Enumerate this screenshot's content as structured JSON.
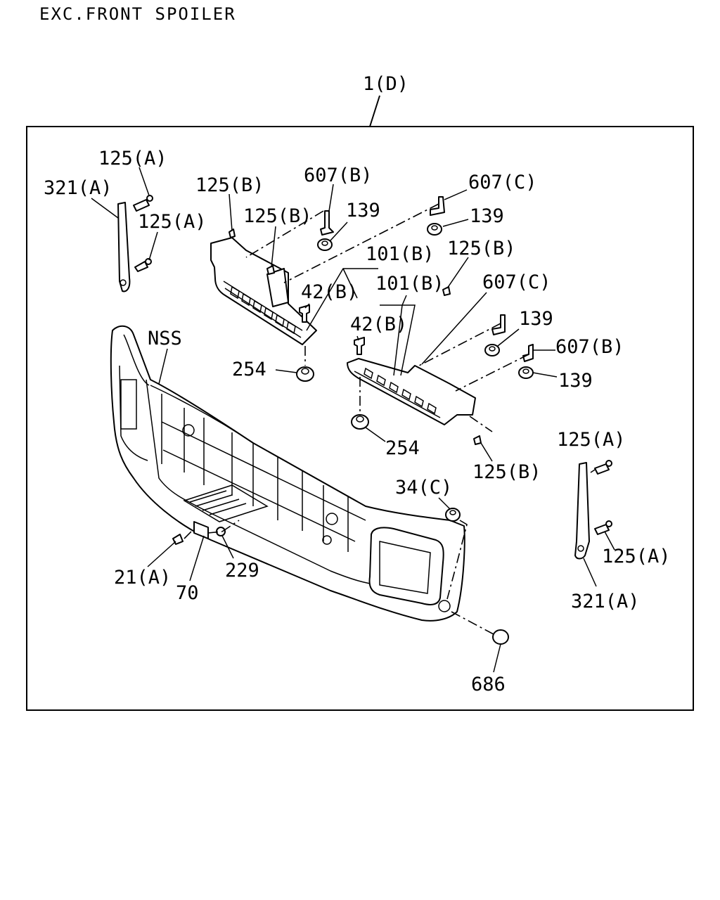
{
  "header": {
    "title": "EXC.FRONT SPOILER"
  },
  "assembly": {
    "label": "1(D)"
  },
  "callouts": {
    "c125a_top": "125(A)",
    "c321a_left": "321(A)",
    "c125a_left2": "125(A)",
    "c125b_1": "125(B)",
    "c125b_2": "125(B)",
    "c607b_1": "607(B)",
    "c139_1": "139",
    "c607c_1": "607(C)",
    "c139_2": "139",
    "c101b_1": "101(B)",
    "c125b_3": "125(B)",
    "c42b_1": "42(B)",
    "c101b_2": "101(B)",
    "c607c_2": "607(C)",
    "c42b_2": "42(B)",
    "c139_3": "139",
    "c607b_2": "607(B)",
    "c139_4": "139",
    "cNSS": "NSS",
    "c254_1": "254",
    "c254_2": "254",
    "c125a_right1": "125(A)",
    "c125b_4": "125(B)",
    "c34c": "34(C)",
    "c125a_right2": "125(A)",
    "c321a_right": "321(A)",
    "c21a": "21(A)",
    "c229": "229",
    "c70": "70",
    "c686": "686"
  }
}
